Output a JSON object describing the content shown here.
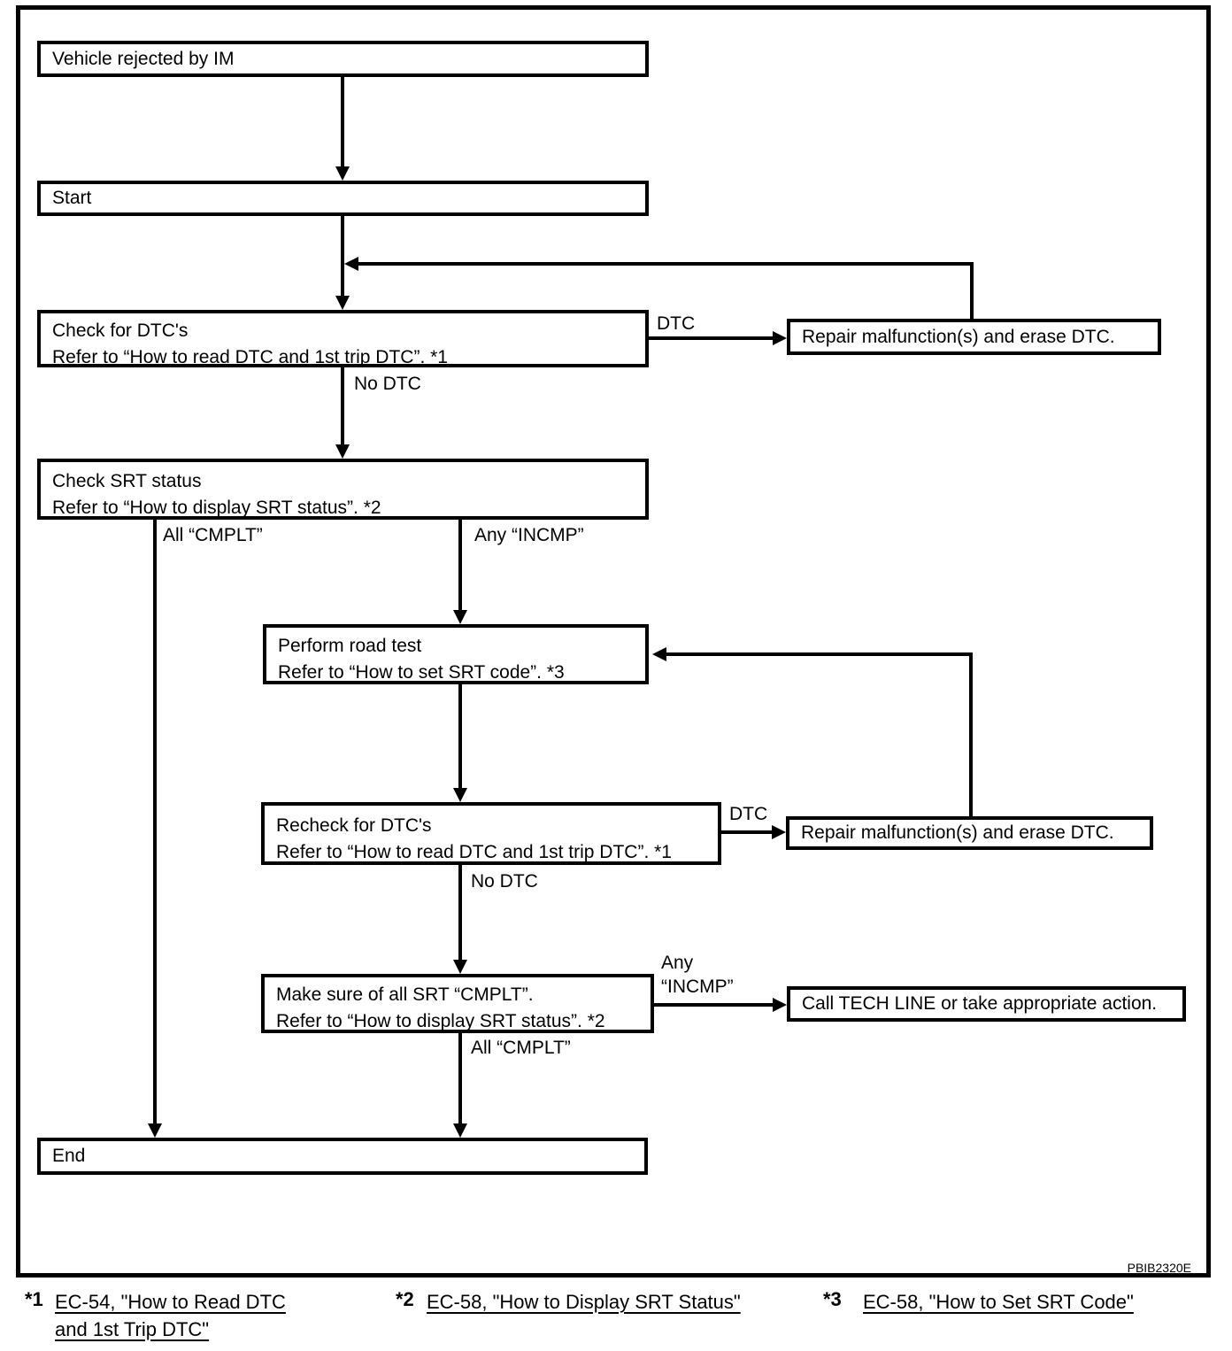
{
  "nodes": {
    "vehicle_rejected": {
      "text": "Vehicle rejected by IM"
    },
    "start": {
      "text": "Start"
    },
    "check_dtc": {
      "line1": "Check for DTC's",
      "line2": "Refer to “How to read DTC and 1st trip DTC”. *1"
    },
    "repair_erase_1": {
      "text": "Repair malfunction(s) and erase DTC."
    },
    "check_srt": {
      "line1": "Check SRT status",
      "line2": "Refer to “How to display SRT status”. *2"
    },
    "road_test": {
      "line1": "Perform road test",
      "line2": "Refer to “How to set SRT code”. *3"
    },
    "recheck_dtc": {
      "line1": "Recheck for DTC's",
      "line2": "Refer to “How to read DTC and 1st trip DTC”. *1"
    },
    "repair_erase_2": {
      "text": "Repair malfunction(s) and erase DTC."
    },
    "make_sure_srt": {
      "line1": "Make sure of all SRT “CMPLT”.",
      "line2": "Refer to “How to display SRT status”. *2"
    },
    "call_tech_line": {
      "text": "Call TECH LINE or take appropriate action."
    },
    "end": {
      "text": "End"
    }
  },
  "edge_labels": {
    "dtc_1": "DTC",
    "no_dtc_1": "No DTC",
    "all_cmplt_1": "All “CMPLT”",
    "any_incmp_1": "Any “INCMP”",
    "dtc_2": "DTC",
    "no_dtc_2": "No DTC",
    "any_incmp_2_line1": "Any",
    "any_incmp_2_line2": "“INCMP”",
    "all_cmplt_2": "All “CMPLT”"
  },
  "figure_code": "PBIB2320E",
  "footnotes": [
    {
      "marker": "*1",
      "reference": "EC-54, \"How to Read DTC and 1st Trip DTC\""
    },
    {
      "marker": "*2",
      "reference": "EC-58, \"How to Display SRT Status\""
    },
    {
      "marker": "*3",
      "reference": "EC-58, \"How to Set SRT Code\""
    }
  ]
}
